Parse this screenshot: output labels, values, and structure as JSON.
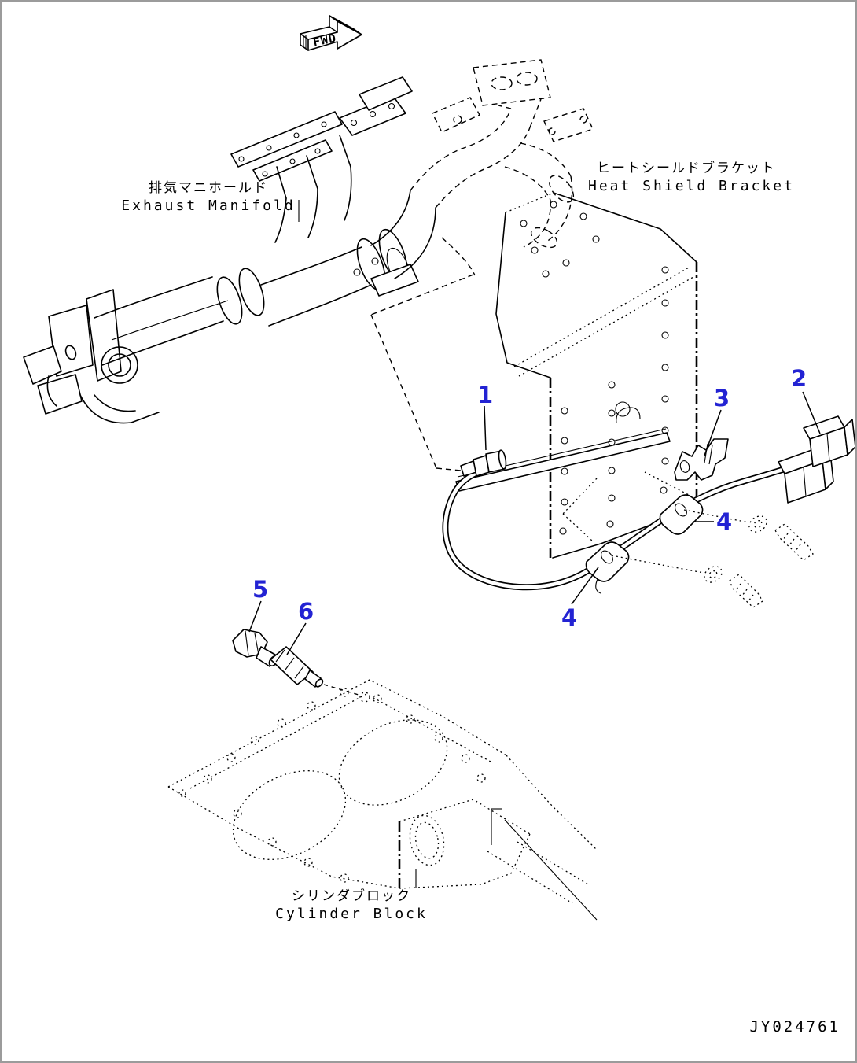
{
  "page": {
    "fwd_marker": "FWD",
    "drawing_number": "JY024761"
  },
  "labels": {
    "exhaust_manifold": {
      "jp": "排気マニホールド",
      "en": "Exhaust Manifold"
    },
    "heat_shield_bracket": {
      "jp": "ヒートシールドブラケット",
      "en": "Heat Shield Bracket"
    },
    "cylinder_block": {
      "jp": "シリンダブロック",
      "en": "Cylinder Block"
    }
  },
  "callouts": [
    {
      "number": "1"
    },
    {
      "number": "2"
    },
    {
      "number": "3"
    },
    {
      "number": "4"
    },
    {
      "number": "4"
    },
    {
      "number": "5"
    },
    {
      "number": "6"
    }
  ],
  "colors": {
    "line": "#000000",
    "callout": "#2323d3",
    "border": "#9b9b9b",
    "background": "#ffffff"
  }
}
